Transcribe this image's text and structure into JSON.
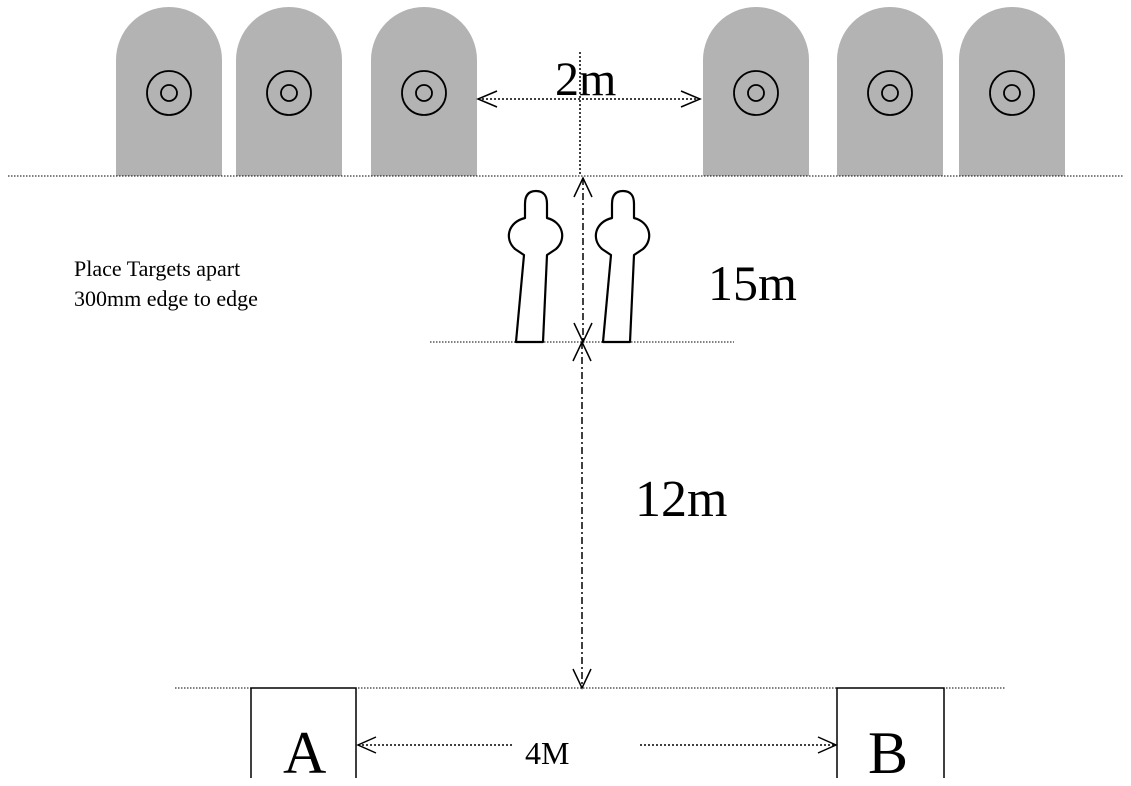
{
  "distances": {
    "target_gap": "2m",
    "to_figures": "15m",
    "to_line": "12m",
    "box_spacing": "4M"
  },
  "positions": {
    "a": "A",
    "b": "B"
  },
  "note": {
    "line1": "Place Targets apart",
    "line2": "300mm edge to edge"
  },
  "colors": {
    "target_fill": "#b3b3b3",
    "ink": "#000000"
  },
  "icons": [
    "round-target-icon",
    "human-silhouette-icon",
    "arrow-icon"
  ]
}
